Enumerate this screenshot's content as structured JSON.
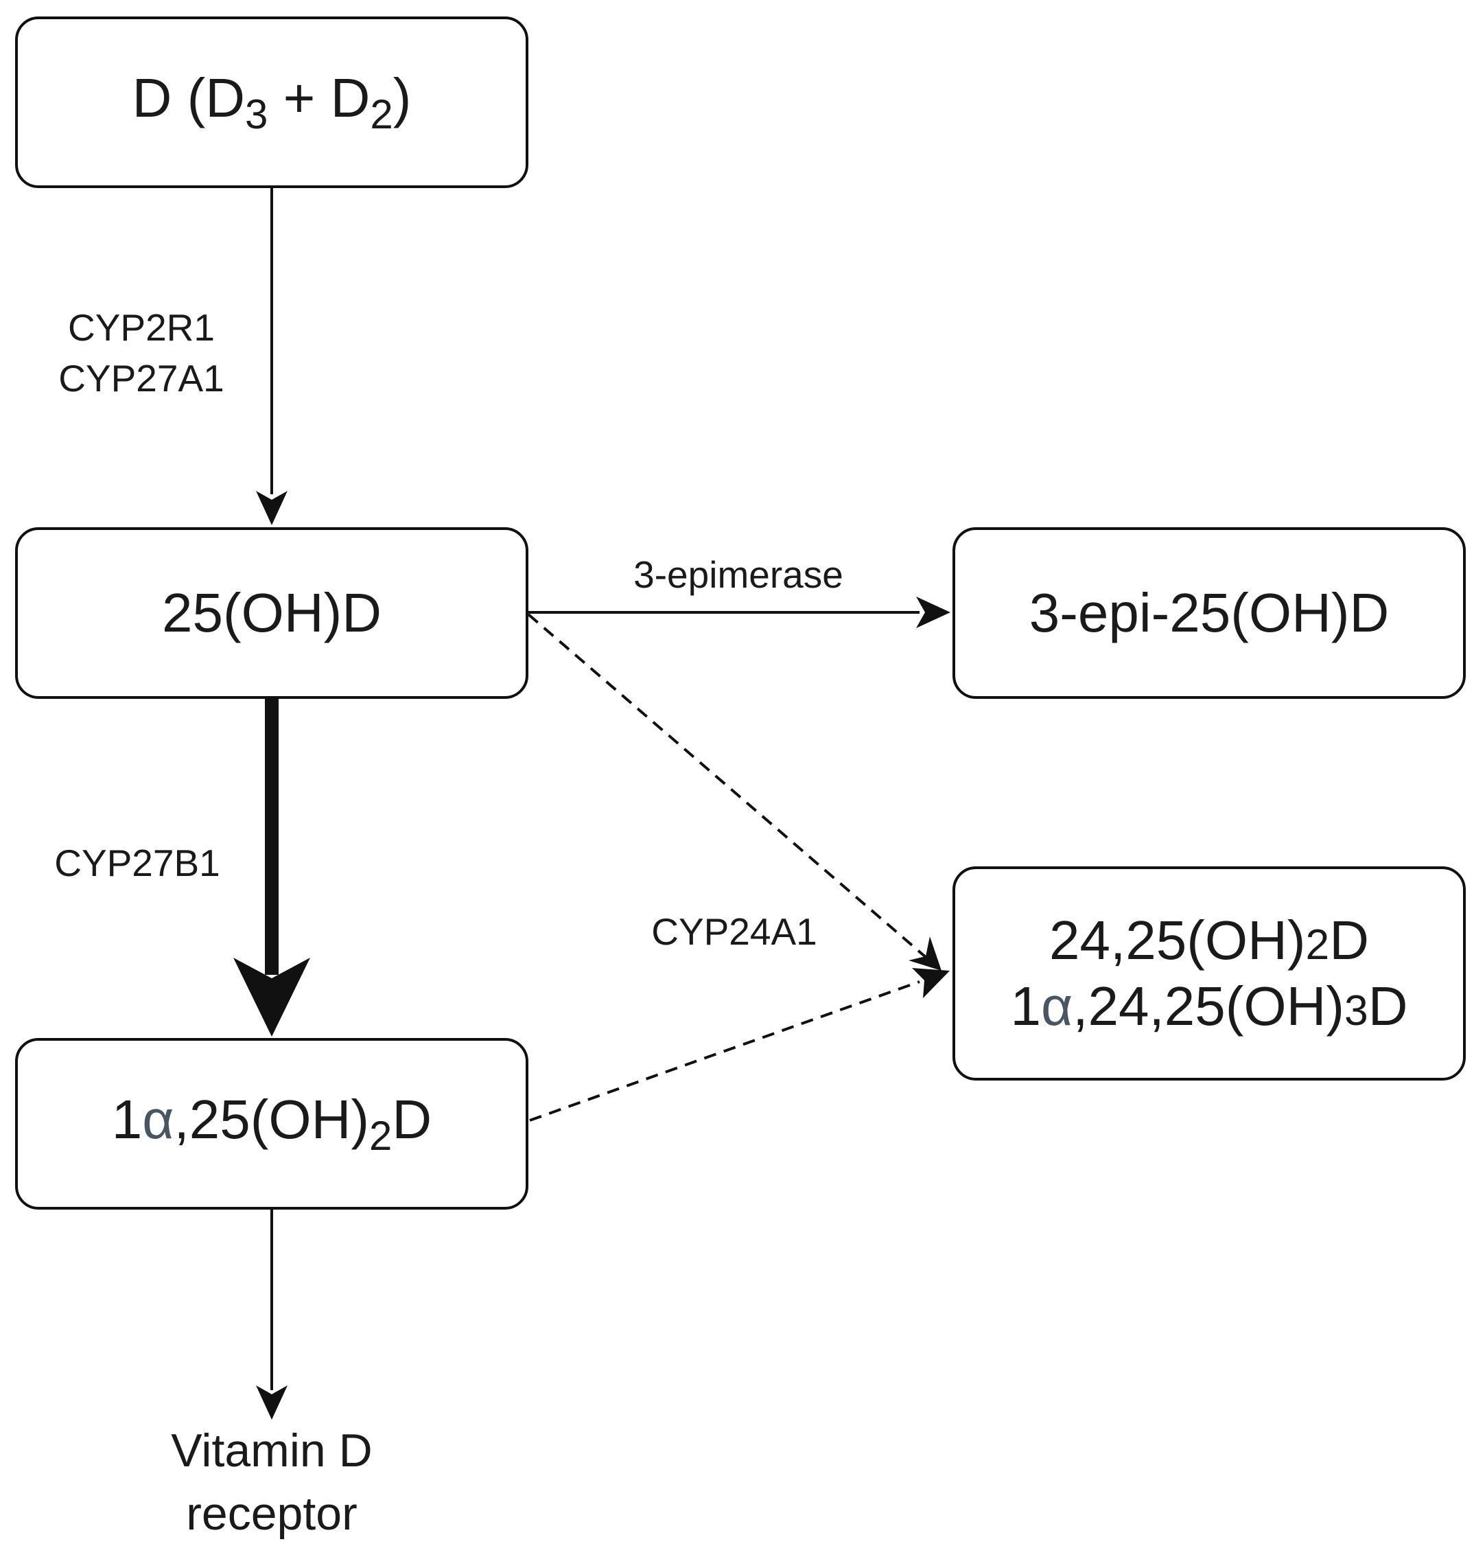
{
  "nodes": {
    "d": {
      "main": "D (D",
      "sub1": "3",
      "mid": " + D",
      "sub2": "2",
      "end": ")"
    },
    "oh25": {
      "text": "25(OH)D"
    },
    "epi": {
      "text": "3-epi-25(OH)D"
    },
    "oh2": {
      "pre": "1",
      "alpha": "α",
      "rest": ",25(OH)",
      "sub": "2",
      "end": "D"
    },
    "oh24": {
      "line1": {
        "pre": "24,25(OH)",
        "sub": "2",
        "end": "D"
      },
      "line2": {
        "pre": "1",
        "alpha": "α",
        "rest": ",24,25(OH)",
        "sub": "3",
        "end": "D"
      }
    },
    "vdr": {
      "line1": "Vitamin D",
      "line2": "receptor"
    }
  },
  "enzymes": {
    "cyp2r1": "CYP2R1",
    "cyp27a1": "CYP27A1",
    "epimerase": "3-epimerase",
    "cyp27b1": "CYP27B1",
    "cyp24a1": "CYP24A1"
  },
  "colors": {
    "stroke": "#111111",
    "text": "#1a1a1a",
    "alpha": "#4a5562"
  }
}
